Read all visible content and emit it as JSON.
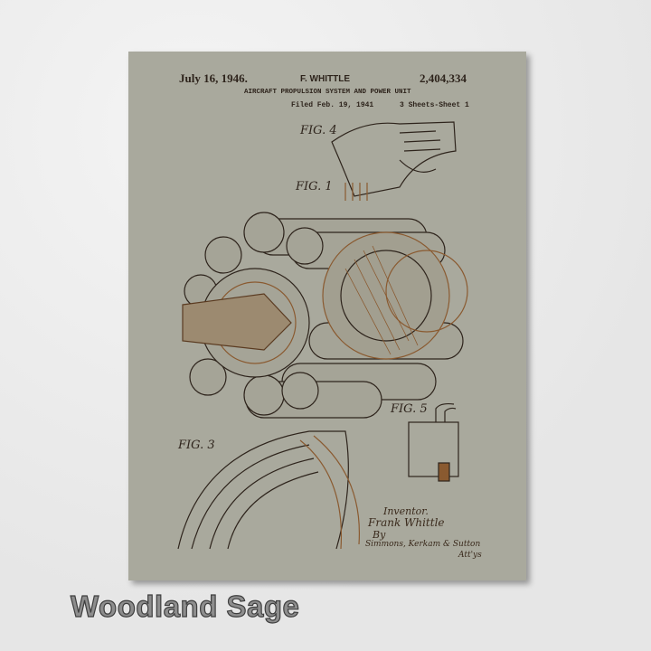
{
  "patent": {
    "date": "July 16, 1946.",
    "inventor_header": "F. WHITTLE",
    "number": "2,404,334",
    "title": "AIRCRAFT PROPULSION SYSTEM AND POWER UNIT",
    "filed": "Filed Feb. 19, 1941",
    "sheets": "3 Sheets-Sheet 1",
    "figures": [
      "FIG. 4",
      "FIG. 1",
      "FIG. 3",
      "FIG. 5"
    ],
    "signature": {
      "label": "Inventor.",
      "name": "Frank Whittle",
      "by": "By",
      "attorneys": "Simmons, Kerkam & Sutton",
      "atty": "Att'ys"
    }
  },
  "caption": "Woodland Sage",
  "colors": {
    "background": "#eeeeee",
    "panel": "#a9a99d",
    "ink": "#2e241c",
    "copper": "#8a5a30"
  }
}
